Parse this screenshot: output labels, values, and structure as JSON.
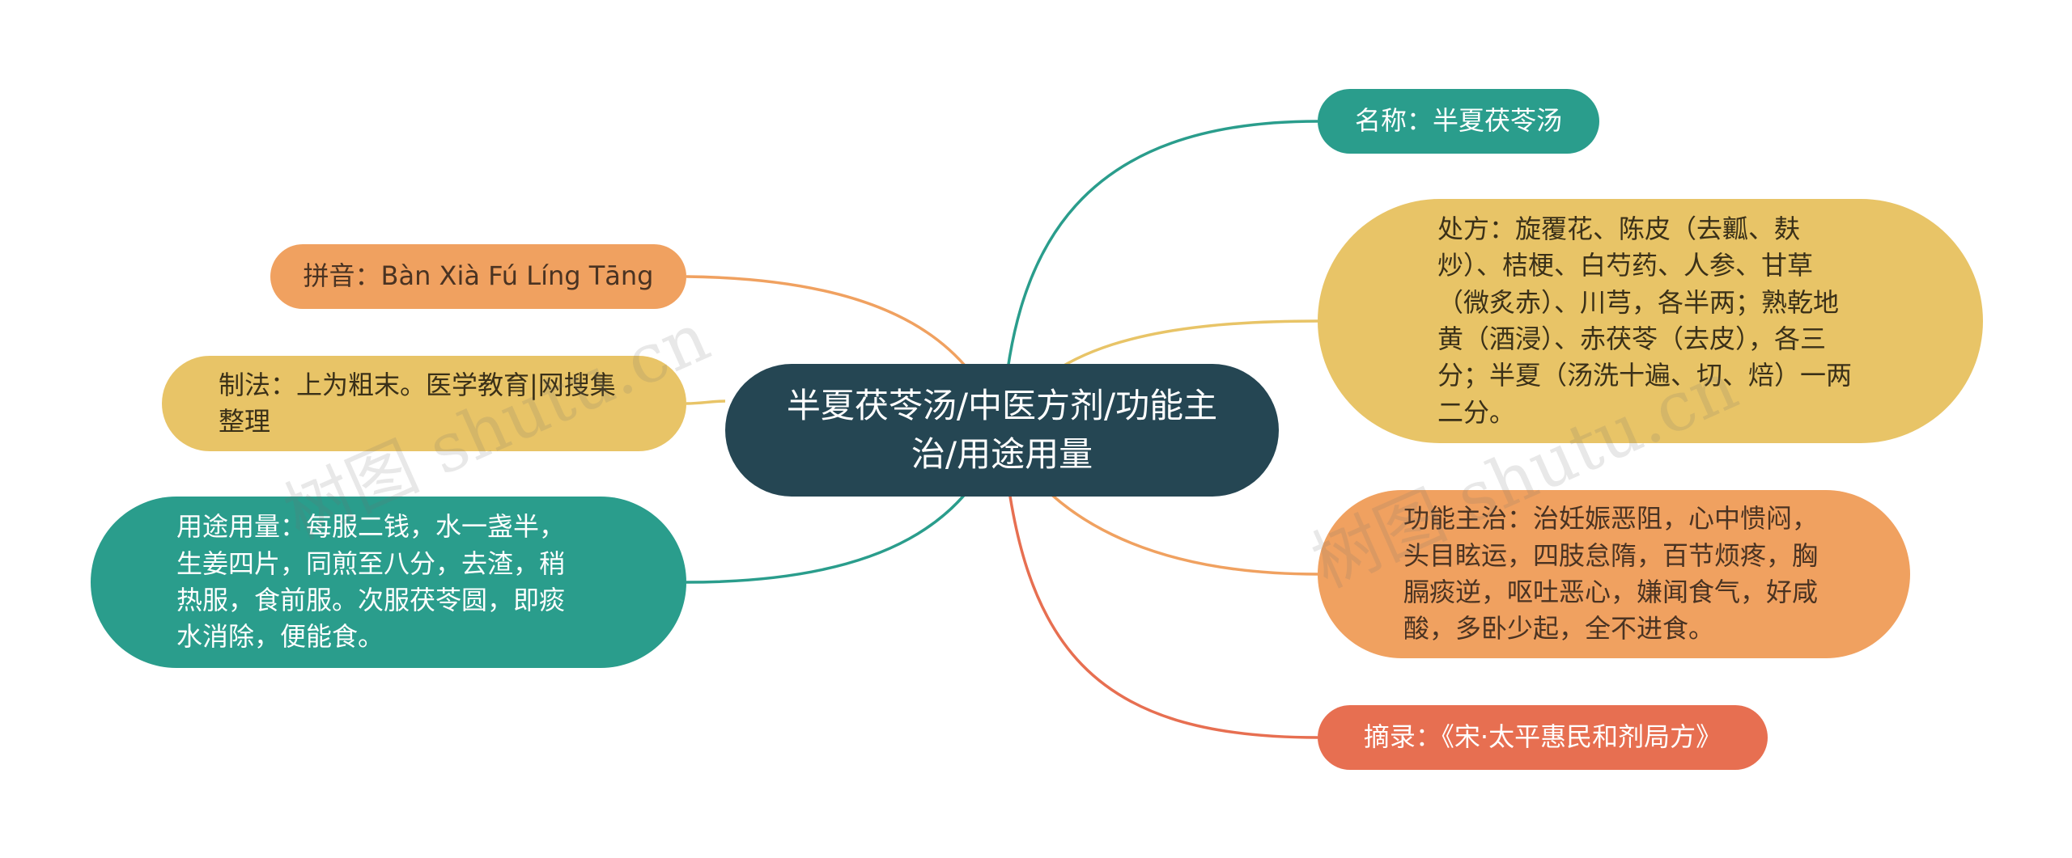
{
  "diagram": {
    "type": "mind-map",
    "center": "半夏茯苓汤/中医方剂/功能主治/用途用量",
    "nodes": {
      "pinyin": "拼音：Bàn Xià Fú Líng Tāng",
      "method": "制法：上为粗末。医学教育|网搜集整理",
      "usage": "用途用量：每服二钱，水一盏半，生姜四片，同煎至八分，去渣，稍热服，食前服。次服茯苓圆，即痰水消除，便能食。",
      "name": "名称：半夏茯苓汤",
      "prescription": "处方：旋覆花、陈皮（去瓤、麸炒）、桔梗、白芍药、人参、甘草（微炙赤）、川芎，各半两；熟乾地黄（酒浸）、赤茯苓（去皮），各三分；半夏（汤洗十遍、切、焙）一两二分。",
      "function": "功能主治：治妊娠恶阻，心中愦闷，头目眩运，四肢怠隋，百节烦疼，胸膈痰逆，呕吐恶心，嫌闻食气，好咸酸，多卧少起，全不进食。",
      "source": "摘录：《宋·太平惠民和剂局方》"
    },
    "colors": {
      "center": "#254653",
      "teal": "#2a9d8c",
      "yellow": "#e8c467",
      "orange": "#f0a160",
      "red": "#e76f51"
    }
  },
  "watermark": "树图 shutu.cn"
}
